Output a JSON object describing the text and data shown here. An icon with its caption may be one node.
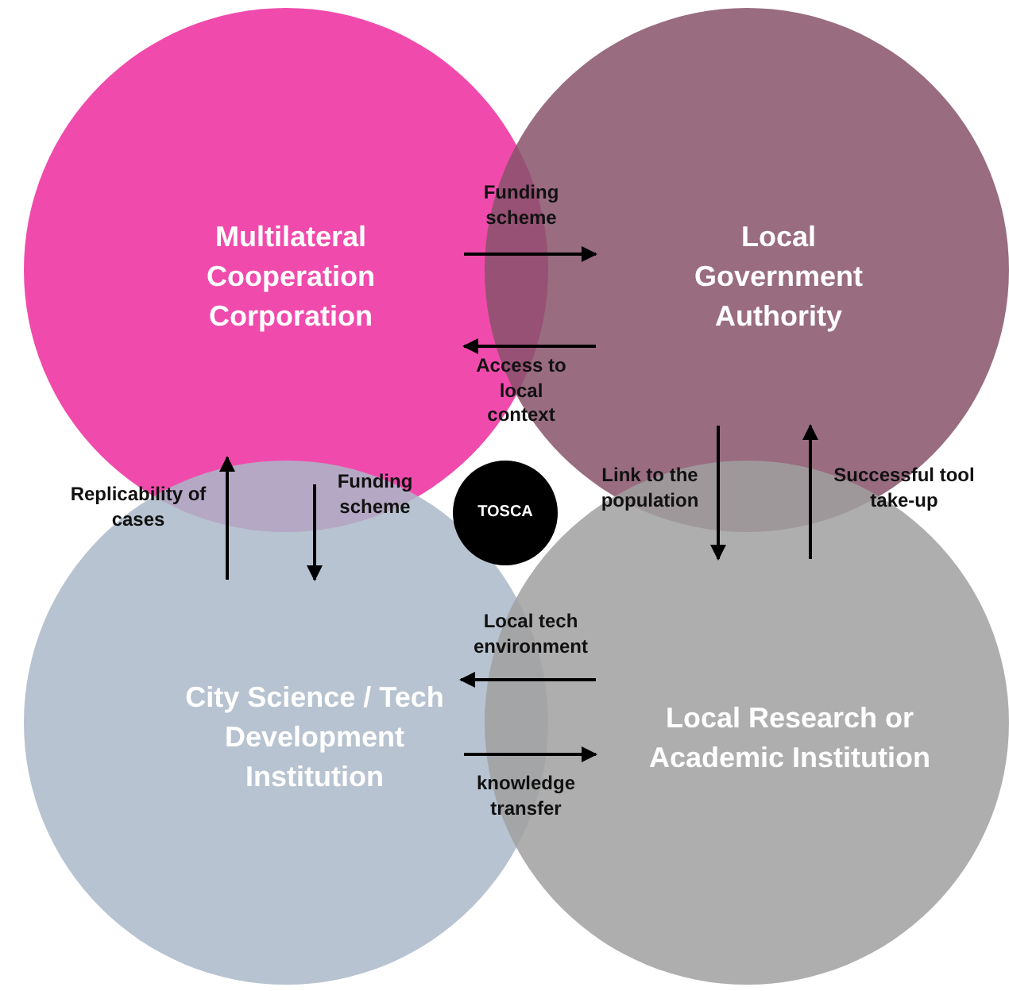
{
  "diagram": {
    "nodes": [
      {
        "text": [
          "Multilateral Cooperation Corporation"
        ]
      },
      {
        "text": [
          "Local Government Authority"
        ]
      },
      {
        "text": [
          "TOSCA"
        ]
      },
      {
        "text": [
          "City Science / Tech Development Institution"
        ]
      },
      {
        "text": [
          "Local Research or Academic Institution"
        ]
      }
    ],
    "edges": [
      {
        "from": 0,
        "to": 1,
        "arrow": "to",
        "label": "Funding scheme"
      },
      {
        "from": 1,
        "to": 0,
        "arrow": "to",
        "label": "Access to local context"
      },
      {
        "from": 0,
        "to": 3,
        "arrow": "to",
        "label": "Funding scheme"
      },
      {
        "from": 3,
        "to": 0,
        "arrow": "to",
        "label": "Replicability of cases"
      },
      {
        "from": 1,
        "to": 4,
        "arrow": "to",
        "label": "Link to the population"
      },
      {
        "from": 4,
        "to": 1,
        "arrow": "to",
        "label": "Successful tool take-up"
      },
      {
        "from": 4,
        "to": 3,
        "arrow": "to",
        "label": "Local tech environment"
      },
      {
        "from": 3,
        "to": 4,
        "arrow": "to",
        "label": "knowledge transfer"
      }
    ]
  }
}
